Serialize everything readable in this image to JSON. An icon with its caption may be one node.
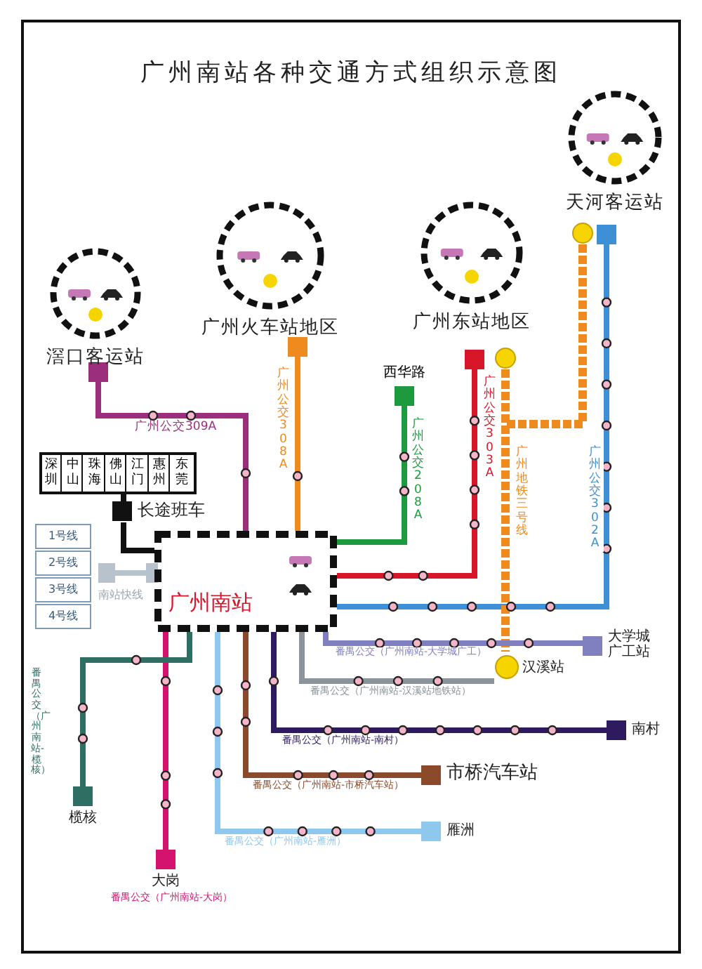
{
  "diagram": {
    "title": "广州南站各种交通方式组织示意图",
    "nodes": [
      {
        "text": [
          "滘口客运站"
        ]
      },
      {
        "text": [
          "广州火车站地区"
        ]
      },
      {
        "text": [
          "广州东站地区"
        ]
      },
      {
        "text": [
          "天河客运站"
        ]
      },
      {
        "text": [
          "西华路"
        ]
      },
      {
        "text": [
          "长途班车"
        ]
      },
      {
        "text": [
          "广州南站"
        ]
      },
      {
        "text": [
          "汉溪站"
        ]
      },
      {
        "text": [
          "大学城广工站"
        ]
      },
      {
        "text": [
          "南村"
        ]
      },
      {
        "text": [
          "市桥汽车站"
        ]
      },
      {
        "text": [
          "雁洲"
        ]
      },
      {
        "text": [
          "大岗"
        ]
      },
      {
        "text": [
          "榄核"
        ]
      }
    ],
    "edges": [
      {
        "from": 0,
        "to": 6,
        "arrow": "none",
        "label": "广州公交309A",
        "color": "#9b2f7e"
      },
      {
        "from": 1,
        "to": 6,
        "arrow": "none",
        "label": "广州公交308A",
        "color": "#ee8a1e"
      },
      {
        "from": 4,
        "to": 6,
        "arrow": "none",
        "label": "广州公交208A",
        "color": "#1e9a3e"
      },
      {
        "from": 2,
        "to": 6,
        "arrow": "none",
        "label": "广州公交303A",
        "color": "#d7162a"
      },
      {
        "from": 3,
        "to": 6,
        "arrow": "none",
        "label": "广州公交302A",
        "color": "#3d8fd6"
      },
      {
        "from": 2,
        "to": 7,
        "arrow": "none",
        "label": "广州地铁三号线",
        "style": "dashed",
        "color": "#ee8a1e"
      },
      {
        "from": 3,
        "to": 7,
        "arrow": "none",
        "style": "dashed",
        "color": "#ee8a1e"
      },
      {
        "from": 5,
        "to": 6,
        "arrow": "none",
        "color": "#111111"
      },
      {
        "from": 6,
        "to": 8,
        "arrow": "none",
        "label": "番禺公交（广州南站-大学城广工）",
        "color": "#8080c0"
      },
      {
        "from": 6,
        "to": 7,
        "arrow": "none",
        "label": "番禺公交（广州南站-汉溪站地铁站）",
        "color": "#8a9399"
      },
      {
        "from": 6,
        "to": 9,
        "arrow": "none",
        "label": "番禺公交（广州南站-南村）",
        "color": "#2e1a5e"
      },
      {
        "from": 6,
        "to": 10,
        "arrow": "none",
        "label": "番禺公交（广州南站-市桥汽车站）",
        "color": "#8b4a2b"
      },
      {
        "from": 6,
        "to": 11,
        "arrow": "none",
        "label": "番禺公交（广州南站-雁洲）",
        "color": "#8ec8ee"
      },
      {
        "from": 6,
        "to": 12,
        "arrow": "none",
        "label": "番禺公交（广州南站-大岗）",
        "color": "#d4136f"
      },
      {
        "from": 6,
        "to": 13,
        "arrow": "none",
        "label": "番禺公交（广州南站-榄核）",
        "color": "#2f6e63"
      }
    ],
    "labels": [
      "深圳",
      "中山",
      "珠海",
      "佛山",
      "江门",
      "惠州",
      "东莞",
      "1号线",
      "2号线",
      "3号线",
      "4号线",
      "南站快线"
    ]
  }
}
